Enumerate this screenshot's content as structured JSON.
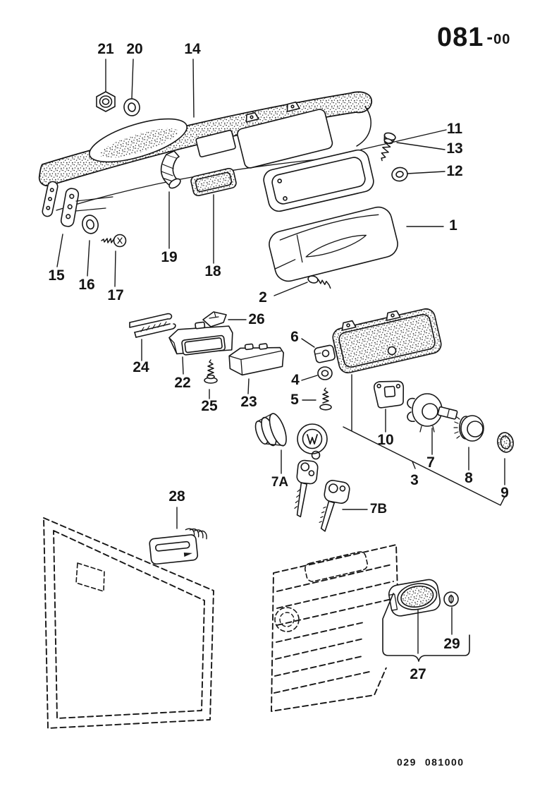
{
  "header": {
    "code_main": "081",
    "code_dash": "-",
    "code_sub": "00"
  },
  "footer": {
    "code_left": "029",
    "code_right": "081000"
  },
  "colors": {
    "ink": "#161616",
    "paper": "#ffffff"
  },
  "callouts": {
    "c1": "1",
    "c2": "2",
    "c3": "3",
    "c4": "4",
    "c5": "5",
    "c6": "6",
    "c7": "7",
    "c7a": "7A",
    "c7b": "7B",
    "c8": "8",
    "c9": "9",
    "c10": "10",
    "c11": "11",
    "c12": "12",
    "c13": "13",
    "c14": "14",
    "c15": "15",
    "c16": "16",
    "c17": "17",
    "c18": "18",
    "c19": "19",
    "c20": "20",
    "c21": "21",
    "c22": "22",
    "c23": "23",
    "c24": "24",
    "c25": "25",
    "c26": "26",
    "c27": "27",
    "c28": "28",
    "c29": "29"
  }
}
